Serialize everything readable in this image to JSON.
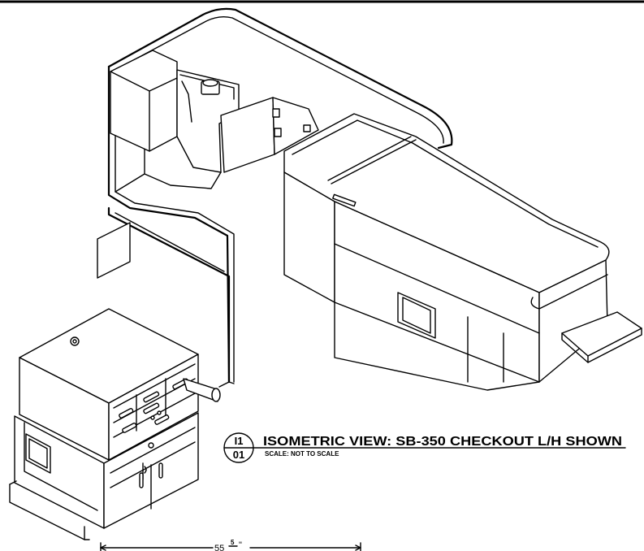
{
  "callout": {
    "detail_number": "I1",
    "sheet_number": "01",
    "title": "ISOMETRIC VIEW: SB-350 CHECKOUT L/H SHOWN",
    "scale_note": "SCALE: NOT TO SCALE"
  },
  "dimension": {
    "whole": "55",
    "fraction_numerator": "5",
    "unit": "\""
  }
}
